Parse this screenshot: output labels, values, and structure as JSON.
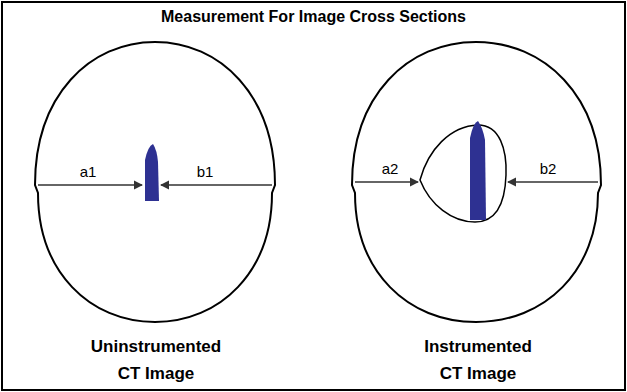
{
  "diagram": {
    "title": "Measurement For Image Cross Sections",
    "labels": [
      "a1",
      "b1",
      "a2",
      "b2",
      "Uninstrumented CT Image",
      "Instrumented CT Image"
    ]
  }
}
